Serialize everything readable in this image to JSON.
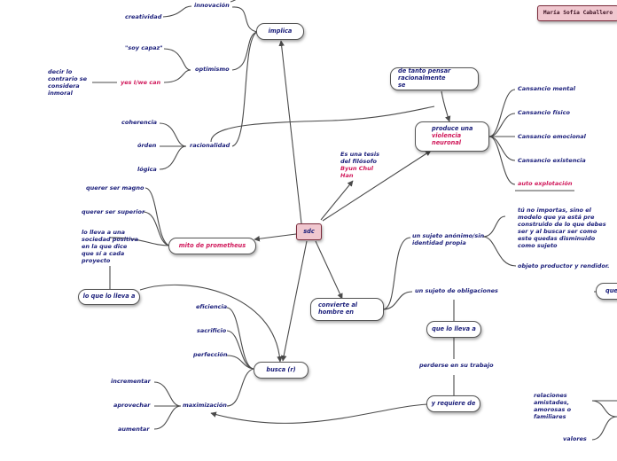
{
  "author": "María Sofía Caballero",
  "center": "sdc",
  "nodes": {
    "implica": "implica",
    "de_tanto_pensar": "de tanto pensar racionalmente se",
    "produce_una": "produce una",
    "violencia_neuronal": "violencia neuronal",
    "mito_prometheus": "mito de prometheus",
    "lo_que_lo_lleva_a_left": "lo que lo lleva a",
    "convierte_en": "convierte al hombre en",
    "busca": "busca (r)",
    "que_lo_lleva_a": "que lo lleva a",
    "y_requiere_de": "y requiere de",
    "que_right": "que"
  },
  "labels": {
    "creatividad": "creatividad",
    "innovacion": "innovación",
    "soy_capaz": "\"soy capaz\"",
    "optimismo": "optimismo",
    "decir_contrario": "decir lo contrario se considera inmoral",
    "yes_we_can": "yes I/we can",
    "coherencia": "coherencia",
    "orden": "órden",
    "logica": "lógica",
    "racionalidad": "racionalidad",
    "tesis_1": "Es una tesis del filósofo",
    "tesis_2": "Byun Chul Han",
    "cansancio_mental": "Cansancio mental",
    "cansancio_fisico": "Cansancio físico",
    "cansancio_emocional": "Cansancio emocional",
    "cansancio_existencia": "Cansancio existencia",
    "auto_explotacion": "auto explotación",
    "querer_magno": "querer ser magno",
    "querer_superior": "querer ser superior",
    "sociedad_positiva": "lo lleva a una sociedad positiva en la que dice que sí a cada proyecto",
    "sujeto_anonimo": "un sujeto anónimo/sin identidad propia",
    "tu_no_importas": "tú no importas, sino el modelo que ya está pre construido de lo que debes ser y al buscar ser como este quedas disminuido como sujeto",
    "objeto_productor": "objeto productor y rendidor.",
    "sujeto_obligaciones": "un sujeto de obligaciones",
    "perderse_trabajo": "perderse en su trabajo",
    "eficiencia": "eficiencia",
    "sacrificio": "sacrificio",
    "perfeccion": "perfección",
    "incrementar": "incrementar",
    "aprovechar": "aprovechar",
    "aumentar": "aumentar",
    "maximizacion": "maximización",
    "relaciones": "relaciones amistades, amorosas o familiares",
    "valores": "valores"
  },
  "colors": {
    "node_text": "#1a1e7a",
    "accent": "#d0185a",
    "center_fill": "#f0c7cf",
    "line": "#4a4a4a"
  }
}
